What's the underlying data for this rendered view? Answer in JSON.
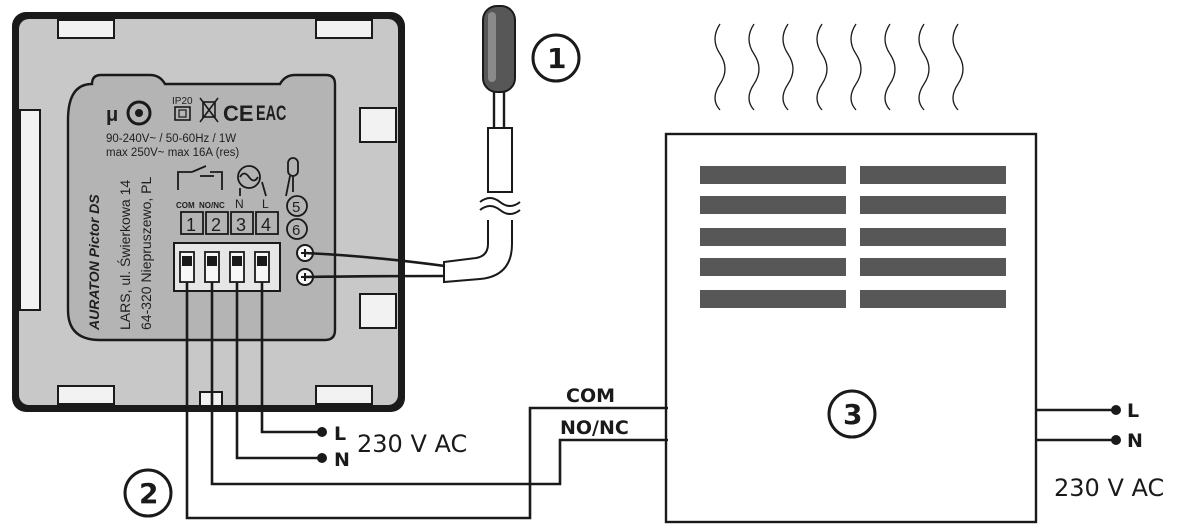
{
  "device": {
    "brand": "AURATON",
    "model": "Pictor DS",
    "address_line_1": "LARS, ul. Świerkowa 14",
    "address_line_2": "64-320 Niepruszewo, PL",
    "rating_line_1": "90-240V~ / 50-60Hz / 1W",
    "rating_line_2": "max 250V~ max 16A (res)",
    "ip_rating": "IP20",
    "mu_mark": "μ",
    "ce_mark": "CE",
    "eac_mark": "EAC",
    "terminal_labels": [
      "COM",
      "NO/NC",
      "N",
      "L"
    ],
    "terminal_numbers": [
      "1",
      "2",
      "3",
      "4"
    ],
    "sensor_terminals": [
      "5",
      "6"
    ]
  },
  "callouts": [
    "1",
    "2",
    "3"
  ],
  "wiring": {
    "mains_l": "L",
    "mains_n": "N",
    "mains_voltage": "230 V AC",
    "com_label": "COM",
    "nonc_label": "NO/NC"
  },
  "heater": {
    "supply_l": "L",
    "supply_n": "N",
    "supply_voltage": "230 V AC"
  },
  "colors": {
    "housing_gray": "#c8c8c8",
    "panel_gray": "#b4b4b4",
    "vent_slot": "#575757",
    "line": "#1a1a1a"
  }
}
